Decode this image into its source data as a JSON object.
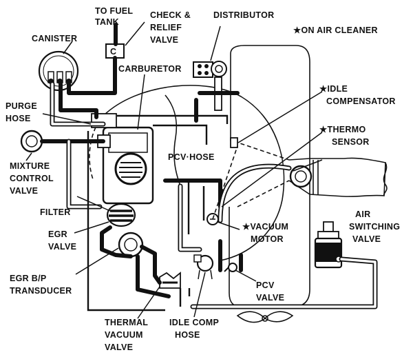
{
  "labels": {
    "to_fuel_tank": [
      "TO FUEL",
      "TANK"
    ],
    "check_relief_valve": [
      "CHECK &",
      "RELIEF",
      "VALVE"
    ],
    "distributor": "DISTRIBUTOR",
    "on_air_cleaner": "★ON AIR CLEANER",
    "canister": "CANISTER",
    "carburetor": "CARBURETOR",
    "idle_compensator": [
      "★IDLE",
      "COMPENSATOR"
    ],
    "purge_hose": [
      "PURGE",
      "HOSE"
    ],
    "thermo_sensor": [
      "★THERMO",
      "SENSOR"
    ],
    "mixture_control_valve": [
      "MIXTURE",
      "CONTROL",
      "VALVE"
    ],
    "pcv_hose": "PCV·HOSE",
    "filter": "FILTER",
    "egr_valve": [
      "EGR",
      "VALVE"
    ],
    "vacuum_motor": [
      "★VACUUM",
      "MOTOR"
    ],
    "air_switching_valve": [
      "AIR",
      "SWITCHING",
      "VALVE"
    ],
    "egr_bp_transducer": [
      "EGR B/P",
      "TRANSDUCER"
    ],
    "pcv_valve": [
      "PCV",
      "VALVE"
    ],
    "thermal_vacuum_valve": [
      "THERMAL",
      "VACUUM",
      "VALVE"
    ],
    "idle_comp_hose": [
      "IDLE COMP",
      "HOSE"
    ],
    "check_valve_mark": "C"
  }
}
